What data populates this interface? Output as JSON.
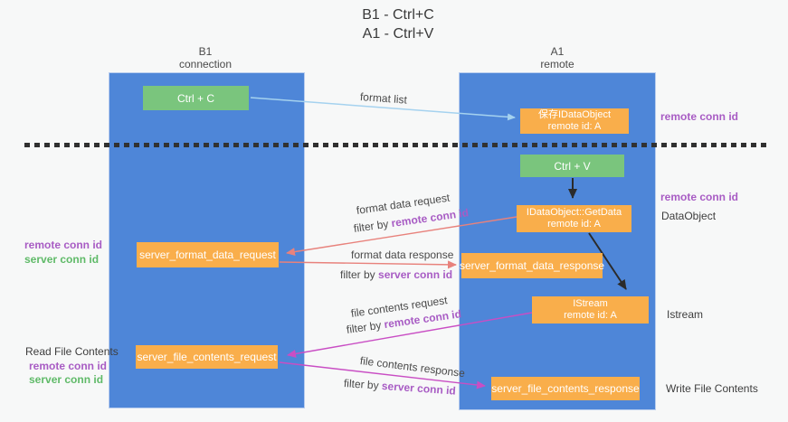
{
  "title": {
    "line1": "B1 - Ctrl+C",
    "line2": "A1 - Ctrl+V"
  },
  "lanes": {
    "left": {
      "name": "B1",
      "role": "connection"
    },
    "right": {
      "name": "A1",
      "role": "remote"
    }
  },
  "nodes": {
    "ctrl_c": {
      "label": "Ctrl + C"
    },
    "ctrl_v": {
      "label": "Ctrl + V"
    },
    "save_idataobject": {
      "line1": "保存IDataObject",
      "line2": "remote id: A"
    },
    "getdata": {
      "line1": "IDataObject::GetData",
      "line2": "remote id: A"
    },
    "istream": {
      "line1": "IStream",
      "line2": "remote id: A"
    },
    "server_format_data_request": {
      "label": "server_format_data_request"
    },
    "server_format_data_response": {
      "label": "server_format_data_response"
    },
    "server_file_contents_request": {
      "label": "server_file_contents_request"
    },
    "server_file_contents_response": {
      "label": "server_file_contents_response"
    }
  },
  "arrow_labels": {
    "format_list": "format list",
    "format_data_request": "format data request",
    "format_data_response": "format data response",
    "file_contents_request": "file contents request",
    "file_contents_response": "file contents response",
    "filter_by": "filter by ",
    "remote_conn_id": "remote conn id",
    "server_conn_id": "server conn id"
  },
  "side_labels": {
    "remote_conn_id": "remote conn id",
    "server_conn_id": "server conn id",
    "dataobject": "DataObject",
    "istream": "Istream",
    "read_file_contents": "Read File Contents",
    "write_file_contents": "Write File Contents"
  },
  "colors": {
    "lane_blue": "#4e86d8",
    "node_green": "#7ac57d",
    "node_orange": "#f9ae4b",
    "purple_text": "#a85cc4",
    "green_text": "#5fba68",
    "arrow_blue": "#a5d2ef",
    "arrow_red": "#e8827c",
    "arrow_magenta": "#c94ec4",
    "arrow_black": "#2b2b2b"
  }
}
